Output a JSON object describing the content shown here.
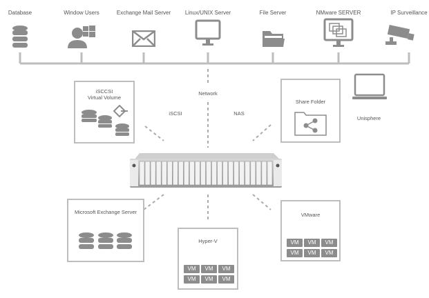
{
  "top_clients": [
    {
      "label": "Database",
      "icon": "database-icon"
    },
    {
      "label": "Window Users",
      "icon": "windows-user-icon"
    },
    {
      "label": "Exchange Mail Server",
      "icon": "envelope-icon"
    },
    {
      "label": "Linux/UNIX Server",
      "icon": "monitor-icon"
    },
    {
      "label": "File Server",
      "icon": "folder-icon"
    },
    {
      "label": "NMware SERVER",
      "icon": "vm-monitor-icon"
    },
    {
      "label": "IP Surveillance",
      "icon": "camera-icon"
    }
  ],
  "connections": {
    "network": "Network",
    "iscsi": "iSCSI",
    "nas": "NAS"
  },
  "iscsi_volume": {
    "title_line1": "iSCCSI",
    "title_line2": "Virtual Volume"
  },
  "share_folder": {
    "title": "Share Folder"
  },
  "unisphere": {
    "label": "Unisphere"
  },
  "exchange_server": {
    "title": "Microsoft Exchange Server"
  },
  "hyperv": {
    "title": "Hyper-V",
    "vm_label": "VM"
  },
  "vmware": {
    "title": "VMware",
    "vm_label": "VM"
  },
  "colors": {
    "icon": "#8c8c8c",
    "line": "#bdbdbd",
    "text": "#555555"
  }
}
